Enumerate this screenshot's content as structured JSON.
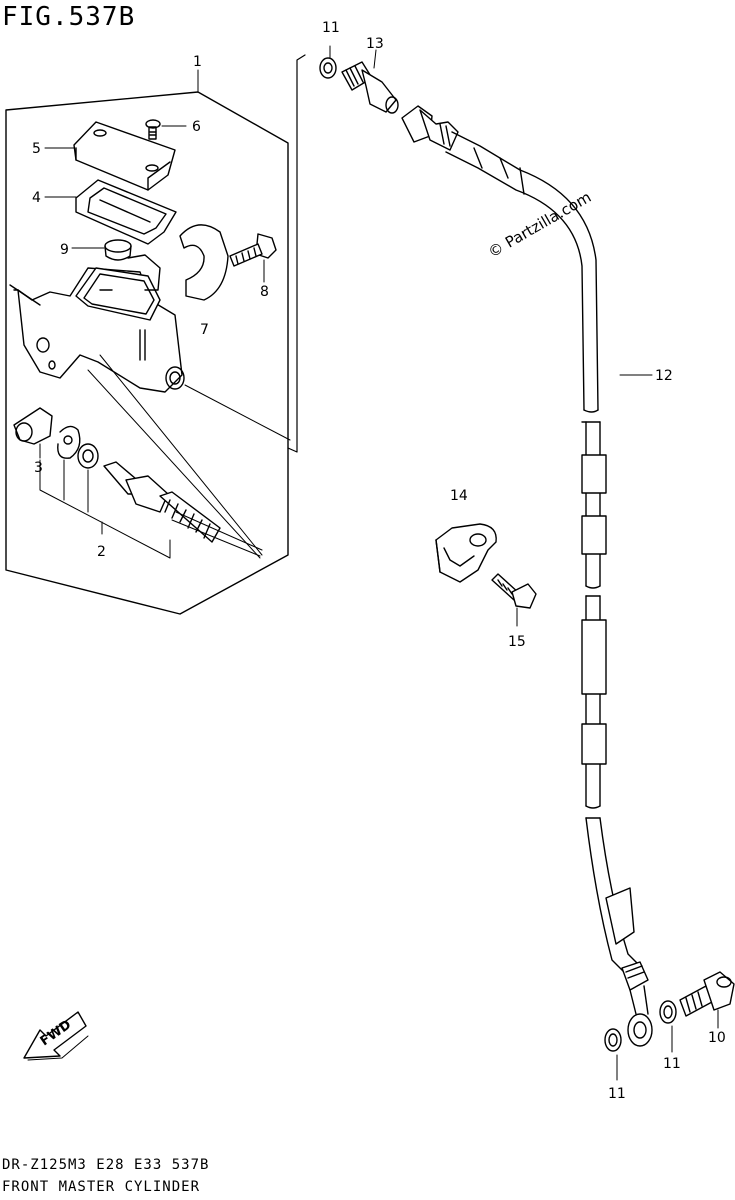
{
  "figure": {
    "title": "FIG.537B",
    "footer_line1": "DR-Z125M3 E28 E33 537B",
    "footer_line2": "FRONT MASTER CYLINDER",
    "watermark": "© Partzilla.com",
    "direction_label": "FWD"
  },
  "callouts": {
    "c1": "1",
    "c2": "2",
    "c3": "3",
    "c4": "4",
    "c5": "5",
    "c6": "6",
    "c7": "7",
    "c8": "8",
    "c9": "9",
    "c10": "10",
    "c11a": "11",
    "c11b": "11",
    "c11c": "11",
    "c12": "12",
    "c13": "13",
    "c14": "14",
    "c15": "15"
  }
}
